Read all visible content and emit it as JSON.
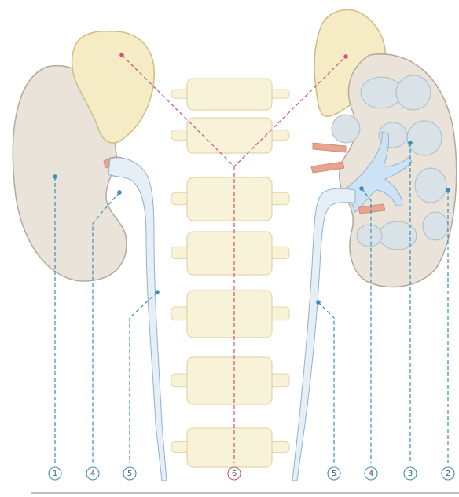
{
  "diagram": {
    "labels": [
      {
        "id": "label-1",
        "text": "1",
        "color": "#3a8fb7"
      },
      {
        "id": "label-4-left",
        "text": "4",
        "color": "#3a8fb7"
      },
      {
        "id": "label-5-left",
        "text": "5",
        "color": "#3a8fb7"
      },
      {
        "id": "label-6",
        "text": "6",
        "color": "#d0547a"
      },
      {
        "id": "label-5-right",
        "text": "5",
        "color": "#3a8fb7"
      },
      {
        "id": "label-4-right",
        "text": "4",
        "color": "#3a8fb7"
      },
      {
        "id": "label-3",
        "text": "3",
        "color": "#3a8fb7"
      },
      {
        "id": "label-2",
        "text": "2",
        "color": "#3a8fb7"
      }
    ]
  },
  "colors": {
    "kidney_fill": "#eae3da",
    "kidney_stroke": "#b4a99c",
    "adrenal_fill": "#f5ecc6",
    "adrenal_stroke": "#cbbd84",
    "vertebra_fill": "#f8f2d9",
    "vertebra_stroke": "#e2d5a6",
    "ureter_fill": "#e6eef6",
    "ureter_stroke": "#8fb2d0",
    "pelvis_fill": "#cde3f5",
    "leader_blue": "#3a8fb7",
    "leader_pink": "#d0547a",
    "artery": "#e7a591"
  }
}
